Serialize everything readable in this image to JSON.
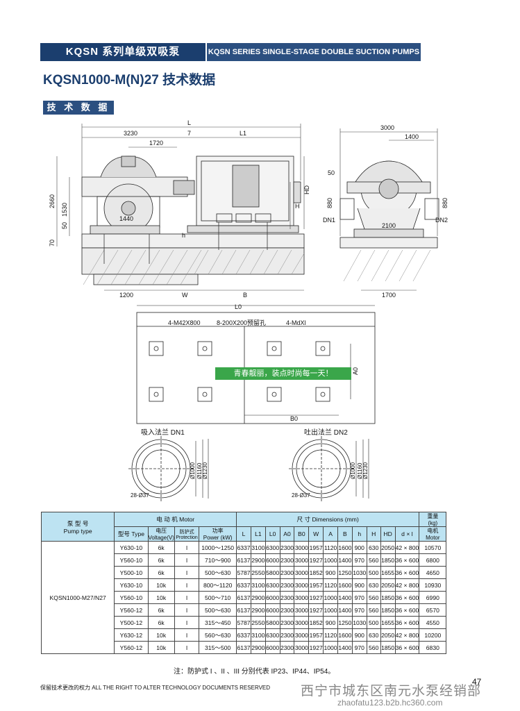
{
  "header": {
    "cn_title": "KQSN 系列单级双吸泵",
    "en_title": "KQSN SERIES SINGLE-STAGE DOUBLE SUCTION PUMPS",
    "model_title": "KQSN1000-M(N)27 技术数据",
    "section_tag": "技 术 数 据"
  },
  "drawing_labels": {
    "L": "L",
    "L1": "L1",
    "d3230": "3230",
    "d7": "7",
    "d1720": "1720",
    "d2660": "2660",
    "d1530": "1530",
    "d50": "50",
    "d70": "70",
    "d1440": "1440",
    "HD": "HD",
    "H": "H",
    "h": "h",
    "d1200": "1200",
    "W": "W",
    "B": "B",
    "d3000": "3000",
    "d1400": "1400",
    "d50r": "50",
    "d880a": "880",
    "d880b": "880",
    "DN1": "DN1",
    "DN2": "DN2",
    "d2100": "2100",
    "d1700": "1700",
    "L0": "L0",
    "bolt1": "4-M42X800",
    "hole": "8-200X200预留孔",
    "bolt2": "4-MdXl",
    "A0": "A0",
    "B0": "B0",
    "flange_in": "吸入法兰 DN1",
    "flange_out": "吐出法兰 DN2",
    "d1000": "Ø1000",
    "d1160": "Ø1160",
    "d1230": "Ø1230",
    "holes": "28-Ø37"
  },
  "watermark": "青春靓丽，装点时尚每一天！",
  "table": {
    "h_pump_cn": "泵 型 号",
    "h_pump_en": "Pump type",
    "h_motor": "电 动 机 Motor",
    "h_dim": "尺 寸 Dimensions (mm)",
    "h_weight": "重量\n(kg)",
    "h_type": "型号 Type",
    "h_volt": "电压\nVoltage(V)",
    "h_prot": "防护式\nProtection",
    "h_power": "功率\nPower (kW)",
    "dim_cols": [
      "L",
      "L1",
      "L0",
      "A0",
      "B0",
      "W",
      "A",
      "B",
      "h",
      "H",
      "HD",
      "d × l"
    ],
    "h_motor_w": "电机\nMotor",
    "pump": "KQSN1000-M27/N27",
    "rows": [
      [
        "Y630-10",
        "6k",
        "I",
        "1000～1250",
        "6337",
        "3100",
        "6300",
        "2300",
        "3000",
        "1957",
        "1120",
        "1600",
        "900",
        "630",
        "2050",
        "42 × 800",
        "10570"
      ],
      [
        "Y560-10",
        "6k",
        "I",
        "710～900",
        "6137",
        "2900",
        "6000",
        "2300",
        "3000",
        "1927",
        "1000",
        "1400",
        "970",
        "560",
        "1850",
        "36 × 600",
        "6800"
      ],
      [
        "Y500-10",
        "6k",
        "I",
        "500～630",
        "5787",
        "2550",
        "5800",
        "2300",
        "3000",
        "1852",
        "900",
        "1250",
        "1030",
        "500",
        "1655",
        "36 × 600",
        "4650"
      ],
      [
        "Y630-10",
        "10k",
        "I",
        "800～1120",
        "6337",
        "3100",
        "6300",
        "2300",
        "3000",
        "1957",
        "1120",
        "1600",
        "900",
        "630",
        "2050",
        "42 × 800",
        "10930"
      ],
      [
        "Y560-10",
        "10k",
        "I",
        "500～710",
        "6137",
        "2900",
        "6000",
        "2300",
        "3000",
        "1927",
        "1000",
        "1400",
        "970",
        "560",
        "1850",
        "36 × 600",
        "6990"
      ],
      [
        "Y560-12",
        "6k",
        "I",
        "500～630",
        "6137",
        "2900",
        "6000",
        "2300",
        "3000",
        "1927",
        "1000",
        "1400",
        "970",
        "560",
        "1850",
        "36 × 600",
        "6570"
      ],
      [
        "Y500-12",
        "6k",
        "I",
        "315～450",
        "5787",
        "2550",
        "5800",
        "2300",
        "3000",
        "1852",
        "900",
        "1250",
        "1030",
        "500",
        "1655",
        "36 × 600",
        "4550"
      ],
      [
        "Y630-12",
        "10k",
        "I",
        "560～630",
        "6337",
        "3100",
        "6300",
        "2300",
        "3000",
        "1957",
        "1120",
        "1600",
        "900",
        "630",
        "2050",
        "42 × 800",
        "10200"
      ],
      [
        "Y560-12",
        "10k",
        "I",
        "315～500",
        "6137",
        "2900",
        "6000",
        "2300",
        "3000",
        "1927",
        "1000",
        "1400",
        "970",
        "560",
        "1850",
        "36 × 600",
        "6830"
      ]
    ]
  },
  "note": "注：防护式 I 、II 、III 分别代表 IP23、IP44、IP54。",
  "footer": "保留技术更改的权力 ALL THE RIGHT TO ALTER TECHNOLOGY DOCUMENTS RESERVED",
  "page_number": "47",
  "corner_text": "西宁市城东区南元水泵经销部",
  "corner_url": "zhaofatu123.b2b.hc360.com"
}
